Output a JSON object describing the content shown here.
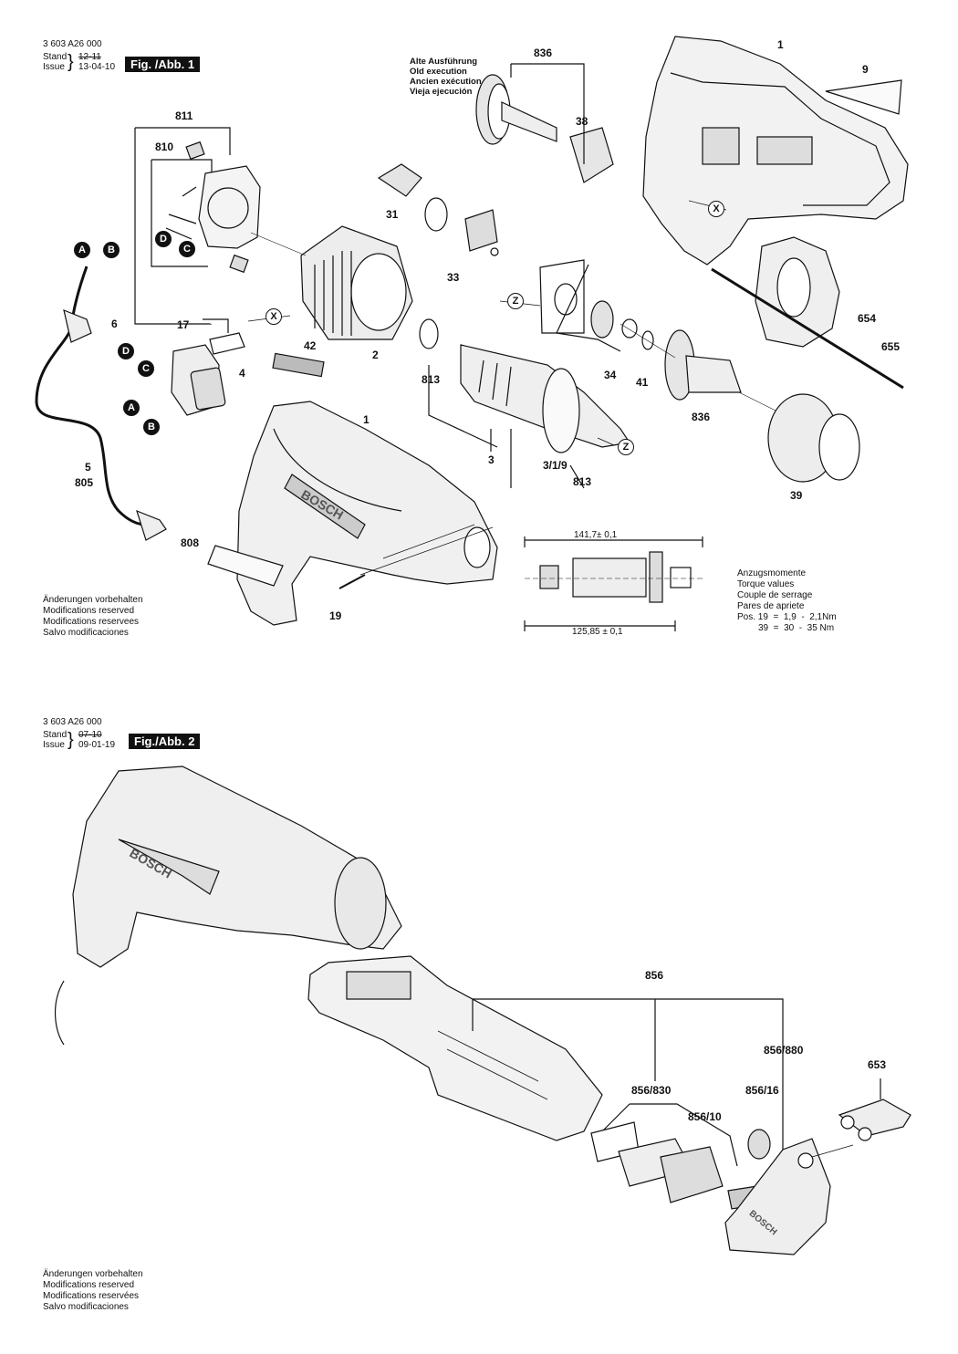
{
  "fig1": {
    "doc_number": "3 603 A26 000",
    "stand_label": "Stand",
    "issue_label": "Issue",
    "old_date": "12-11",
    "new_date": "13-04-10",
    "fig_label": "Fig. /Abb. 1",
    "old_execution": [
      "Alte Ausführung",
      "Old execution",
      "Ancien exécution",
      "Vieja ejecución"
    ],
    "reserved": [
      "Änderungen vorbehalten",
      "Modifications reserved",
      "Modifications reservees",
      "Salvo modificaciones"
    ],
    "torque": [
      "Anzugsmomente",
      "Torque values",
      "Couple de serrage",
      "Pares de apriete"
    ],
    "torque_row1": "Pos. 19  =  1,9  -  2,1Nm",
    "torque_row2": "39  =  30  -  35 Nm",
    "dim_top": "141,7± 0,1",
    "dim_bottom": "125,85 ± 0,1",
    "parts": [
      "836",
      "1",
      "9",
      "38",
      "811",
      "810",
      "31",
      "33",
      "X",
      "A",
      "B",
      "D",
      "C",
      "6",
      "17",
      "X",
      "42",
      "2",
      "Z",
      "34",
      "41",
      "654",
      "655",
      "813",
      "4",
      "D",
      "C",
      "A",
      "B",
      "836",
      "1",
      "3",
      "3/1/9",
      "Z",
      "813",
      "39",
      "5",
      "805",
      "808",
      "19"
    ]
  },
  "fig2": {
    "doc_number": "3 603 A26 000",
    "stand_label": "Stand",
    "issue_label": "Issue",
    "old_date": "07-10",
    "new_date": "09-01-19",
    "fig_label": "Fig./Abb. 2",
    "reserved": [
      "Änderungen vorbehalten",
      "Modifications reserved",
      "Modifications reservées",
      "Salvo modificaciones"
    ],
    "parts": [
      "856",
      "856/880",
      "653",
      "856/830",
      "856/16",
      "856/10"
    ]
  },
  "brand": "BOSCH"
}
